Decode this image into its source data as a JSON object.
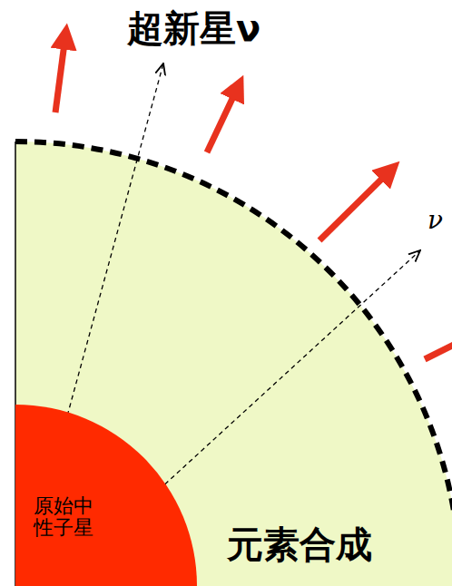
{
  "diagram": {
    "nodes": [
      {
        "text": [
          "元素合成"
        ]
      },
      {
        "text": [
          "原始中 性子星"
        ],
        "in": 0
      }
    ],
    "labels": [
      "超新星ν",
      "ν"
    ]
  }
}
